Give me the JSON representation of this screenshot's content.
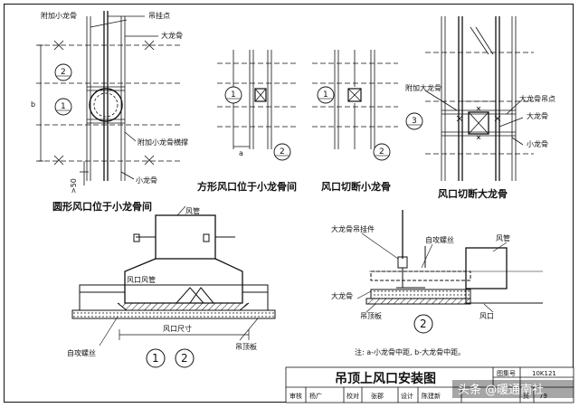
{
  "labels": {
    "fujia_xiaolonggu": "附加小龙骨",
    "diaogua_dian": "吊挂点",
    "da_longgu": "大龙骨",
    "dim_b": "b",
    "fujia_xiaolonggu_hengcheng": "附加小龙骨横撑",
    "xiao_longgu": "小龙骨",
    "dim_50": ">50",
    "dim_a": "a",
    "fujia_da_longgu": "附加大龙骨",
    "da_longgu_diaodian": "大龙骨吊点",
    "da_longgu_2": "大龙骨",
    "xiao_longgu_2": "小龙骨",
    "fengguan": "风管",
    "fengkou_fengguan": "风口风管",
    "zigong_luosi": "自攻螺丝",
    "fengkou_chicun": "风口尺寸",
    "diaodingban": "吊顶板",
    "da_longgu_diaogua": "大龙骨吊挂件",
    "zigong_luosi_2": "自攻螺丝",
    "fengguan_2": "风管",
    "da_longgu_3": "大龙骨",
    "diaodingban_2": "吊顶板",
    "fengkou": "风口"
  },
  "markers": {
    "one": "1",
    "two": "2",
    "three": "3"
  },
  "captions": {
    "round_between": "圆形风口位于小龙骨间",
    "square_between": "方形风口位于小龙骨间",
    "cut_small": "风口切断小龙骨",
    "cut_large": "风口切断大龙骨"
  },
  "note": "注: a-小龙骨中距, b-大龙骨中距。",
  "title_block": {
    "title": "吊顶上风口安装图",
    "atlas_label": "图集号",
    "atlas_no": "10K121",
    "review": "审核",
    "review_name": "杨广",
    "check": "校对",
    "check_name": "张郡",
    "design": "设计",
    "design_name": "陈建新",
    "page_label": "页",
    "page_no": "79"
  },
  "watermark": "头条 @暖通南社"
}
